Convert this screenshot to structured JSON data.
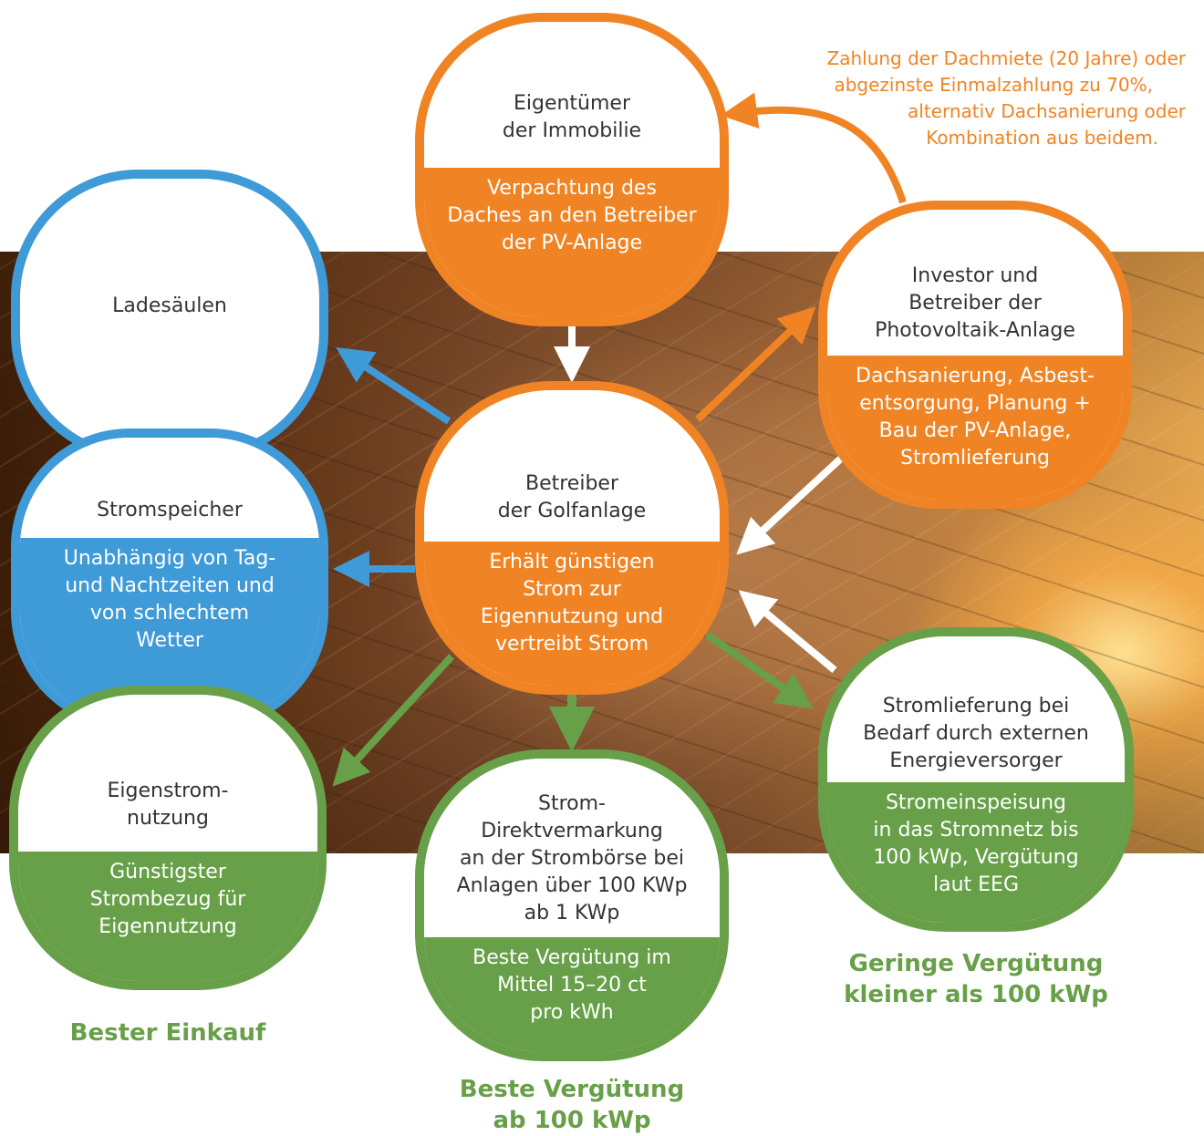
{
  "colors": {
    "orange": "#f08424",
    "blue": "#3f9ad8",
    "green": "#67a048",
    "white": "#ffffff",
    "text": "#333333"
  },
  "nodes": {
    "owner": {
      "title": [
        "Eigentümer",
        "der Immobilie"
      ],
      "body": [
        "Verpachtung des",
        "Daches an den Betreiber",
        "der PV-Anlage"
      ]
    },
    "investor": {
      "title": [
        "Investor und",
        "Betreiber der",
        "Photovoltaik-Anlage"
      ],
      "body": [
        "Dachsanierung, Asbest-",
        "entsorgung, Planung +",
        "Bau der PV-Anlage,",
        "Stromlieferung"
      ]
    },
    "golf": {
      "title": [
        "Betreiber",
        "der Golfanlage"
      ],
      "body": [
        "Erhält günstigen",
        "Strom zur",
        "Eigennutzung und",
        "vertreibt Strom"
      ]
    },
    "charging": {
      "title": [
        "Ladesäulen"
      ]
    },
    "storage": {
      "title": [
        "Stromspeicher"
      ],
      "body": [
        "Unabhängig von Tag-",
        "und Nachtzeiten und",
        "von schlechtem",
        "Wetter"
      ]
    },
    "self_use": {
      "title": [
        "Eigenstrom-",
        "nutzung"
      ],
      "body": [
        "Günstigster",
        "Strombezug für",
        "Eigennutzung"
      ]
    },
    "direct_marketing": {
      "title": [
        "Strom-",
        "Direktvermarkung",
        "an der Strombörse bei",
        "Anlagen über 100 KWp",
        "ab 1 KWp"
      ],
      "body": [
        "Beste Vergütung im",
        "Mittel 15–20 ct",
        "pro kWh"
      ]
    },
    "grid": {
      "title": [
        "Stromlieferung bei",
        "Bedarf durch externen",
        "Energieversorger"
      ],
      "body": [
        "Stromeinspeisung",
        "in das Stromnetz bis",
        "100 kWp, Vergütung",
        "laut EEG"
      ]
    }
  },
  "note": [
    "Zahlung der Dachmiete (20 Jahre) oder",
    "abgezinste Einmalzahlung zu 70%,",
    "alternativ Dachsanierung oder",
    "Kombination aus beidem."
  ],
  "captions": {
    "self_use": "Bester Einkauf",
    "direct_marketing": [
      "Beste Vergütung",
      "ab 100 kWp"
    ],
    "grid": [
      "Geringe Vergütung",
      "kleiner als 100 kWp"
    ]
  }
}
